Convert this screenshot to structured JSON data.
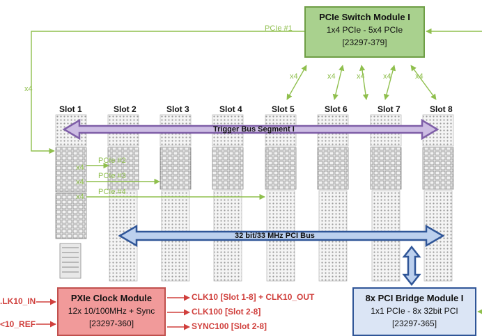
{
  "switch_module": {
    "title": "PCIe Switch Module I",
    "line2": "1x4 PCIe - 5x4 PCIe",
    "line3": "[23297-379]"
  },
  "clock_module": {
    "title": "PXIe Clock Module",
    "line2": "12x 10/100MHz + Sync",
    "line3": "[23297-360]"
  },
  "bridge_module": {
    "title": "8x PCI Bridge Module I",
    "line2": "1x1 PCIe - 8x 32bit PCI",
    "line3": "[23297-365]"
  },
  "slots": [
    "Slot 1",
    "Slot 2",
    "Slot 3",
    "Slot 4",
    "Slot 5",
    "Slot 6",
    "Slot 7",
    "Slot 8"
  ],
  "buses": {
    "trigger": "Trigger Bus Segment I",
    "pci": "32 bit/33 MHz PCI Bus"
  },
  "links": {
    "pcie1": "PCIe #1",
    "pcie2": "PCIe #2",
    "pcie3": "PCIe #3",
    "pcie4": "PCIe #4",
    "x4": "x4"
  },
  "clock_inputs": {
    "in": ".LK10_IN",
    "ref": "<10_REF"
  },
  "clock_outputs": {
    "out1": "CLK10 [Slot 1-8] + CLK10_OUT",
    "out2": "CLK100 [Slot 2-8]",
    "out3": "SYNC100 [Slot 2-8]"
  },
  "colors": {
    "green": "#8fbf4d",
    "purple": "#7f5fa8",
    "blue": "#2f5597",
    "red": "#d0403d"
  }
}
